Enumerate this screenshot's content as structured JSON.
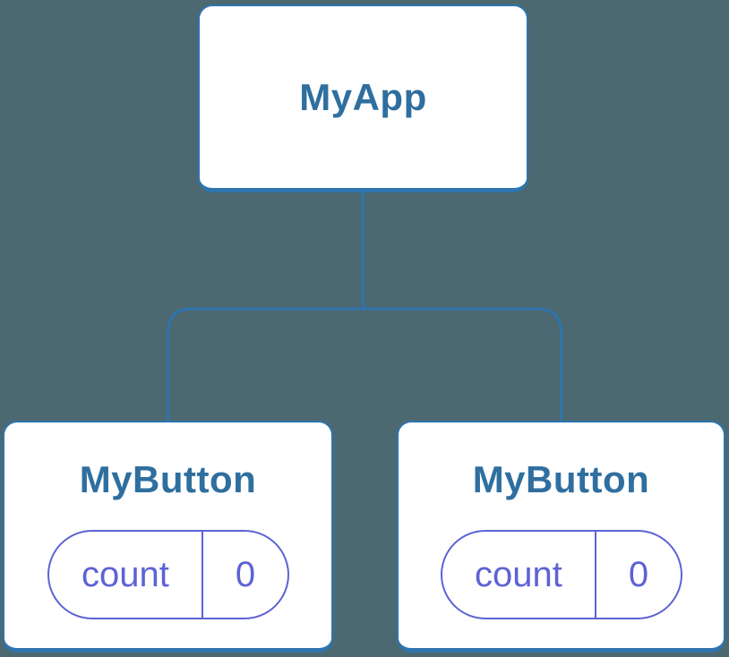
{
  "diagram": {
    "type": "component-tree",
    "root": {
      "label": "MyApp"
    },
    "children": [
      {
        "label": "MyButton",
        "state": {
          "key": "count",
          "value": "0"
        }
      },
      {
        "label": "MyButton",
        "state": {
          "key": "count",
          "value": "0"
        }
      }
    ],
    "colors": {
      "background": "#4c6972",
      "connector": "#2e74ad",
      "box_border": "#2e74ad",
      "box_fill": "#ffffff",
      "title_text": "#2f6f9f",
      "state_accent": "#5d63d4"
    }
  }
}
